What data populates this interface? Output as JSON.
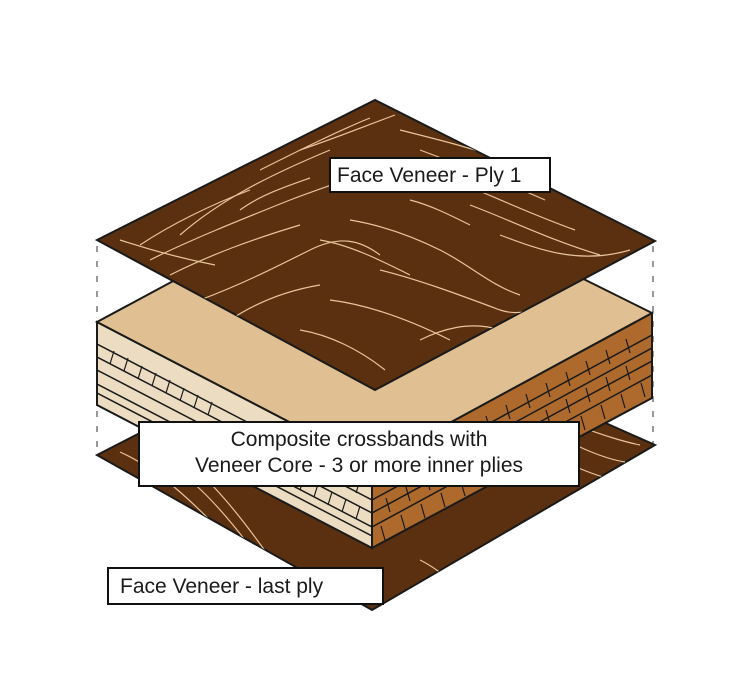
{
  "colors": {
    "veneer_dark": "#5a3010",
    "grain_line": "#e8c49a",
    "core_top": "#e0bf92",
    "core_left_light": "#ecdcc2",
    "core_right_dark": "#ad6a2c",
    "outline": "#1a1a1a",
    "guide_line": "#555555"
  },
  "labels": {
    "face_veneer_top": "Face Veneer - Ply 1",
    "core_line1": "Composite crossbands with",
    "core_line2": "Veneer Core - 3 or more inner plies",
    "face_veneer_bottom": "Face Veneer - last ply"
  }
}
